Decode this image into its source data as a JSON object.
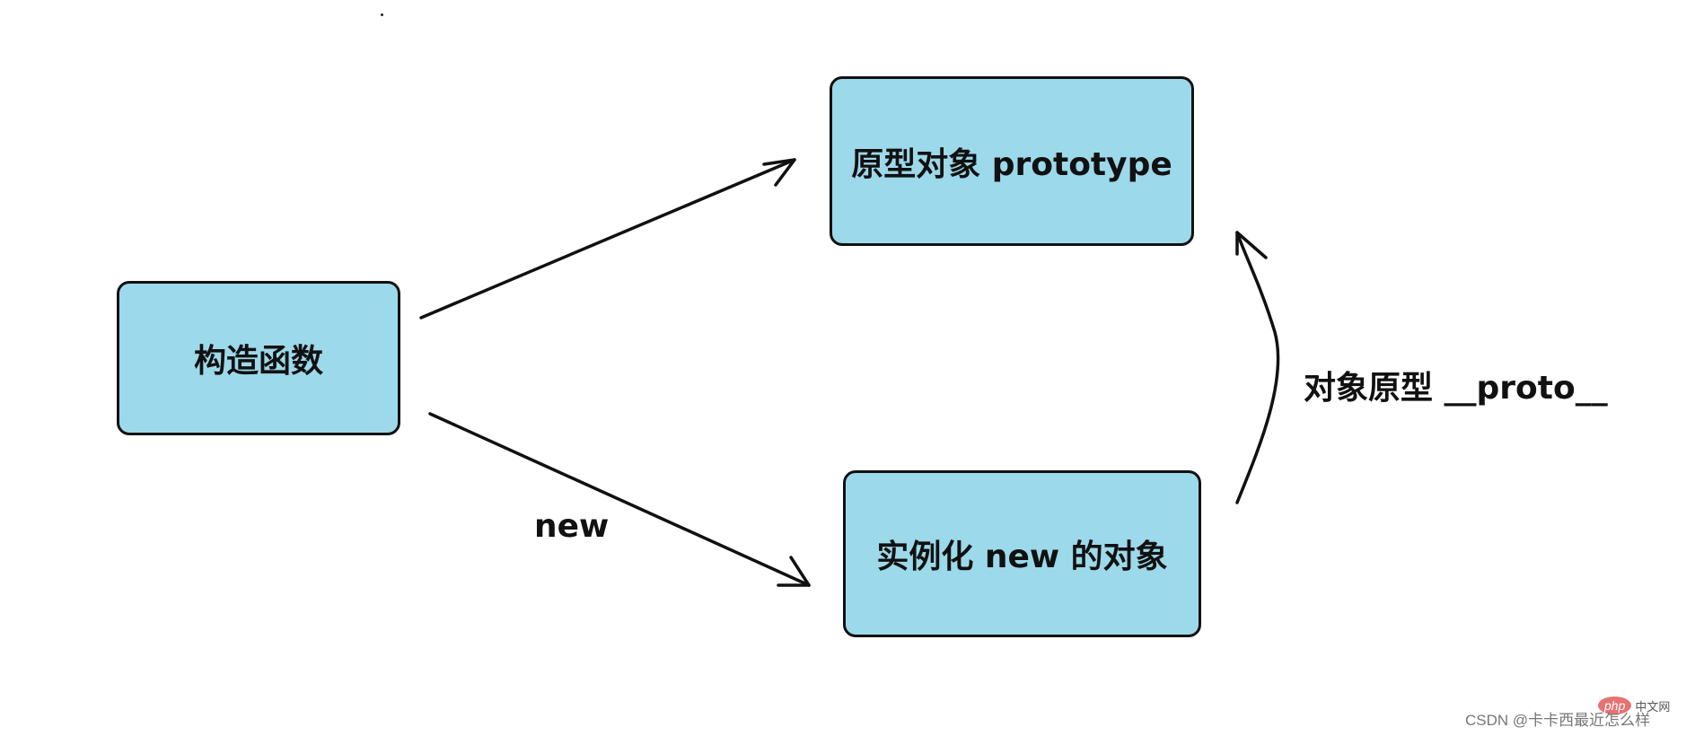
{
  "nodes": {
    "constructor": {
      "label": "构造函数"
    },
    "prototype": {
      "label": "原型对象 prototype"
    },
    "instance": {
      "label": "实例化 new 的对象"
    }
  },
  "edges": {
    "constructor_to_prototype": {
      "label": ""
    },
    "constructor_to_instance": {
      "label": "new"
    },
    "instance_to_prototype": {
      "label": "对象原型 __proto__"
    }
  },
  "watermark": {
    "text": "CSDN @卡卡西最近怎么样",
    "logo_badge": "php",
    "logo_text": "中文网"
  },
  "colors": {
    "box_fill": "#9cd9ea",
    "stroke": "#111111",
    "background": "#ffffff"
  }
}
